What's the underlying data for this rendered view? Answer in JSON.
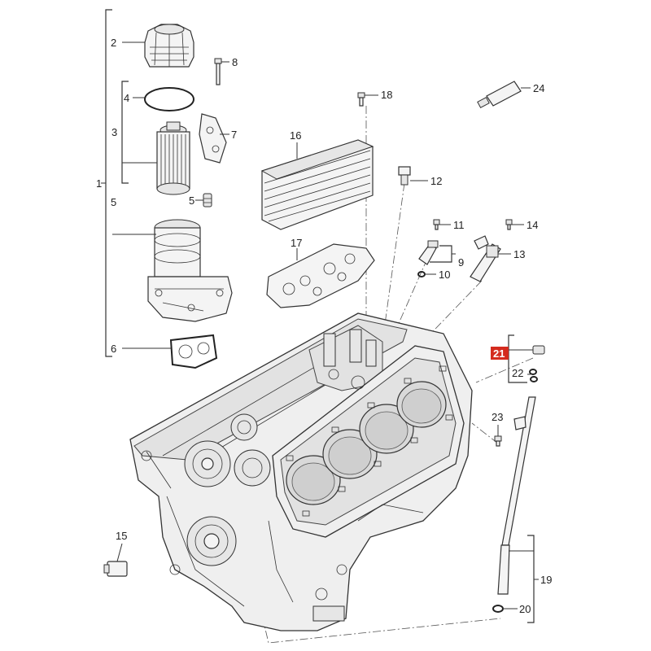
{
  "callouts": [
    {
      "id": "c1",
      "text": "1"
    },
    {
      "id": "c2",
      "text": "2"
    },
    {
      "id": "c3",
      "text": "3"
    },
    {
      "id": "c4",
      "text": "4"
    },
    {
      "id": "c5a",
      "text": "5"
    },
    {
      "id": "c5b",
      "text": "5"
    },
    {
      "id": "c6",
      "text": "6"
    },
    {
      "id": "c7",
      "text": "7"
    },
    {
      "id": "c8",
      "text": "8"
    },
    {
      "id": "c9",
      "text": "9"
    },
    {
      "id": "c10",
      "text": "10"
    },
    {
      "id": "c11",
      "text": "11"
    },
    {
      "id": "c12",
      "text": "12"
    },
    {
      "id": "c13",
      "text": "13"
    },
    {
      "id": "c14",
      "text": "14"
    },
    {
      "id": "c15",
      "text": "15"
    },
    {
      "id": "c16",
      "text": "16"
    },
    {
      "id": "c17",
      "text": "17"
    },
    {
      "id": "c18",
      "text": "18"
    },
    {
      "id": "c19",
      "text": "19"
    },
    {
      "id": "c20",
      "text": "20"
    },
    {
      "id": "c21",
      "text": "21"
    },
    {
      "id": "c22",
      "text": "22"
    },
    {
      "id": "c23",
      "text": "23"
    },
    {
      "id": "c24",
      "text": "24"
    }
  ],
  "highlight": {
    "callout": "21",
    "color": "#d42b1e"
  },
  "colors": {
    "line": "#333333",
    "part_fill": "#f4f4f4",
    "block_fill": "#efefef"
  }
}
